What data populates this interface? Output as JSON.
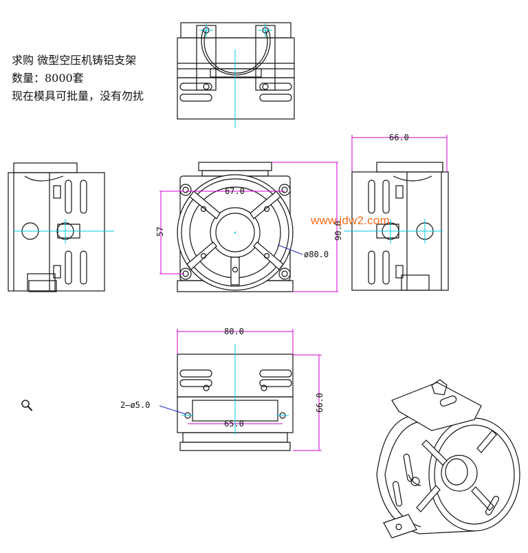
{
  "notes": {
    "line1": "求购 微型空压机铸铝支架",
    "line2": "数量：8000套",
    "line3": "现在模具可批量，没有勿扰"
  },
  "watermark": "www.jdw2.com",
  "dimensions": {
    "width_66": "66.0",
    "hole_spacing_67": "67.0",
    "height_57": "57",
    "height_90": "90.0",
    "diameter_80": "ø80.0",
    "width_80": "80.0",
    "holes_2x5": "2–ø5.0",
    "hole_spacing_65": "65.0",
    "depth_66": "66.0"
  },
  "icons": {
    "zoom": "magnifier-icon"
  },
  "colors": {
    "centerline": "#00c8e0",
    "dimension": "#d000d0",
    "leader": "#2020c0",
    "watermark": "#f26b1d"
  }
}
